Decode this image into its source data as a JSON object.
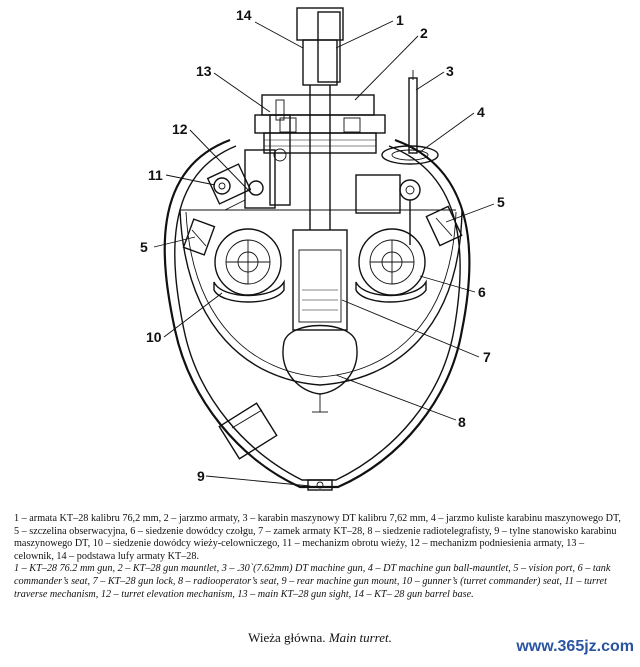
{
  "callouts": [
    "14",
    "1",
    "2",
    "3",
    "13",
    "4",
    "12",
    "11",
    "5",
    "5",
    "6",
    "10",
    "7",
    "8",
    "9"
  ],
  "caption": {
    "polish": "1 – armata KT–28 kalibru 76,2 mm, 2 – jarzmo armaty, 3 – karabin maszynowy DT kalibru 7,62 mm, 4 – jarzmo kuliste karabinu maszynowego DT, 5 – szczelina obserwacyjna, 6 – siedzenie dowódcy czołgu, 7 – zamek armaty KT–28, 8 – siedzenie radiotelegrafisty, 9 – tylne stanowisko karabinu maszynowego DT, 10 – siedzenie dowódcy wieży-celowniczego, 11 – mechanizm obrotu wieży, 12 – mechanizm podniesienia armaty, 13 – celownik, 14 – podstawa lufy armaty KT–28.",
    "english": "1 – KT–28 76.2 mm gun, 2 – KT–28 gun mauntlet, 3 – .30`(7.62mm) DT machine gun, 4 – DT machine gun ball-mauntlet, 5 – vision port, 6 – tank commander’s seat, 7 – KT–28 gun lock, 8 – radiooperator’s seat, 9 – rear machine gun mount, 10 – gunner’s (turret commander) seat, 11 – turret traverse mechanism, 12 – turret elevation mechanism, 13 – main KT–28 gun sight, 14 – KT– 28 gun barrel base."
  },
  "title": {
    "polish": "Wieża główna.",
    "english": "Main turret."
  },
  "watermark": "www.365jz.com"
}
